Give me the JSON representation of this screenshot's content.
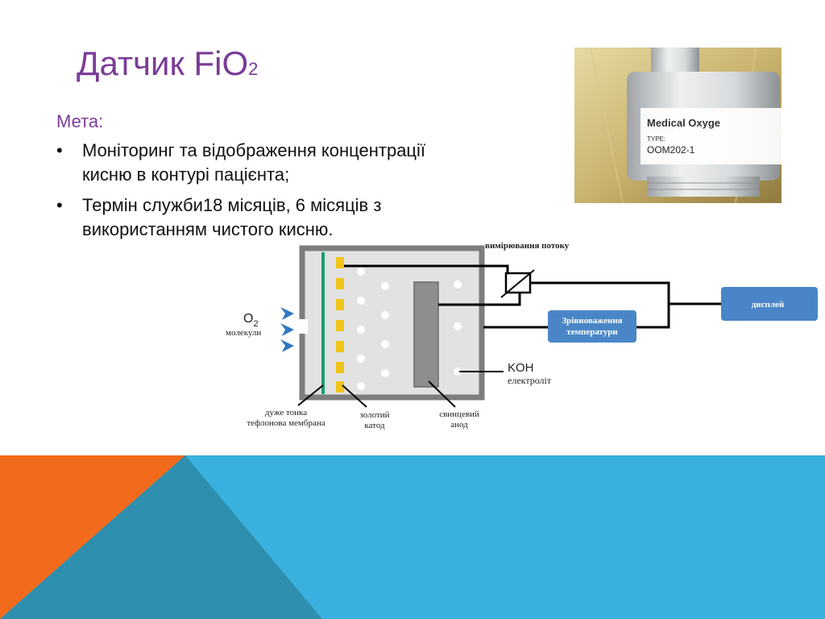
{
  "slide": {
    "title_main": "Датчик FiO",
    "title_sub": "2",
    "goal_label": "Мета:",
    "bullets": [
      "Моніторинг та відображення концентрації кисню в контурі пацієнта;",
      "Термін служби18 місяців, 6 місяців з використанням  чистого кисню."
    ]
  },
  "photo": {
    "brand_text": "Medical Oxyge",
    "type_label": "TYPE:",
    "model_text": "OOM202-1"
  },
  "diagram": {
    "o2_label": "O",
    "o2_sub": "2",
    "molecules_label": "молекули",
    "flow_label": "вимірювання потоку",
    "temp_label_1": "Зрівноваження",
    "temp_label_2": "температури",
    "display_label": "дисплей",
    "koh_label": "KOH",
    "electrolyte_label": "електроліт",
    "membrane_label_1": "дуже тонка",
    "membrane_label_2": "тефлонова мембрана",
    "cathode_label_1": "золотий",
    "cathode_label_2": "катод",
    "anode_label_1": "свинцевий",
    "anode_label_2": "анод"
  },
  "colors": {
    "title": "#7a3c97",
    "orange": "#f26b1d",
    "blue": "#3ab0de",
    "teal": "#2f8fae",
    "box_blue": "#4a86c7"
  }
}
